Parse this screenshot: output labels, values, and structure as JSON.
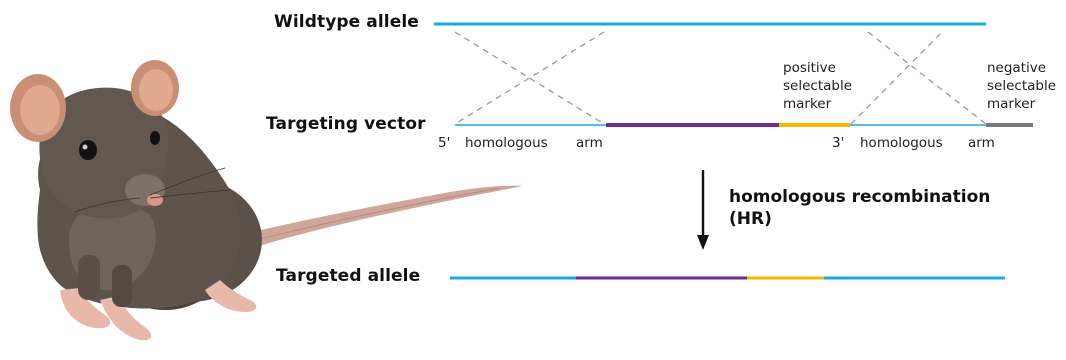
{
  "rows": {
    "wildtype": {
      "title": "Wildtype allele"
    },
    "vector": {
      "title": "Targeting vector"
    },
    "targeted": {
      "title": "Targeted allele"
    }
  },
  "arms": {
    "five_prime": {
      "end": "5'",
      "label": "homologous",
      "suffix": "arm"
    },
    "three_prime": {
      "end": "3'",
      "label": "homologous",
      "suffix": "arm"
    }
  },
  "markers": {
    "positive": [
      "positive",
      "selectable",
      "marker"
    ],
    "negative": [
      "negative",
      "selectable",
      "marker"
    ]
  },
  "process": {
    "line1": "homologous recombination",
    "line2": "(HR)"
  },
  "colors": {
    "homology": "#19a9e6",
    "insert": "#6a2d91",
    "positive_marker": "#f7b500",
    "negative_marker": "#7a7a7a",
    "crossover": "#9a9a9a"
  },
  "icons": [
    "rat-illustration",
    "down-arrow-icon"
  ]
}
